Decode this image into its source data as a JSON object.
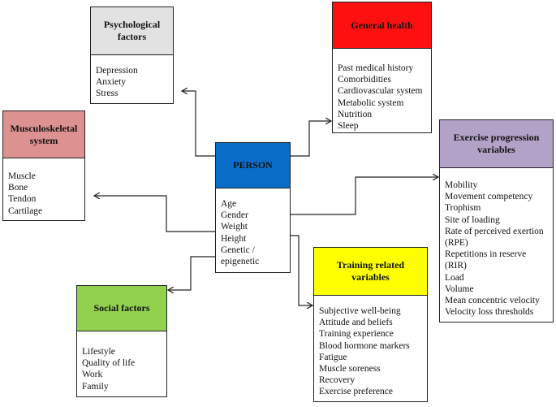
{
  "colors": {
    "person": "#0a6ec9",
    "psychological": "#e2e2e2",
    "general_health": "#ff1010",
    "musculoskeletal": "#dd9191",
    "exercise_progression": "#b3a2c7",
    "training_related": "#ffff00",
    "social": "#92d050"
  },
  "person": {
    "title": "PERSON",
    "items": [
      "Age",
      "Gender",
      "Weight",
      "Height",
      "Genetic /",
      "epigenetic"
    ]
  },
  "psychological": {
    "title_lines": [
      "Psychological",
      "factors"
    ],
    "items": [
      "Depression",
      "Anxiety",
      "Stress"
    ]
  },
  "general_health": {
    "title": "General health",
    "items": [
      "Past medical history",
      "Comorbidities",
      "Cardiovascular system",
      "Metabolic system",
      "Nutrition",
      "Sleep"
    ]
  },
  "musculoskeletal": {
    "title_lines": [
      "Musculoskeletal",
      "system"
    ],
    "items": [
      "Muscle",
      "Bone",
      "Tendon",
      "Cartilage"
    ]
  },
  "exercise_progression": {
    "title_lines": [
      "Exercise progression",
      "variables"
    ],
    "items": [
      "Mobility",
      "Movement competency",
      "Trophism",
      "Site of loading",
      "Rate of perceived exertion",
      "(RPE)",
      "Repetitions in reserve",
      "(RIR)",
      "Load",
      "Volume",
      "Mean concentric velocity",
      "Velocity loss thresholds"
    ]
  },
  "training_related": {
    "title_lines": [
      "Training related",
      "variables"
    ],
    "items": [
      "Subjective well-being",
      "Attitude and beliefs",
      "Training experience",
      "Blood hormone markers",
      "Fatigue",
      "Muscle soreness",
      "Recovery",
      "Exercise preference"
    ]
  },
  "social": {
    "title": "Social factors",
    "items": [
      "Lifestyle",
      "Quality of life",
      "Work",
      "Family"
    ]
  }
}
